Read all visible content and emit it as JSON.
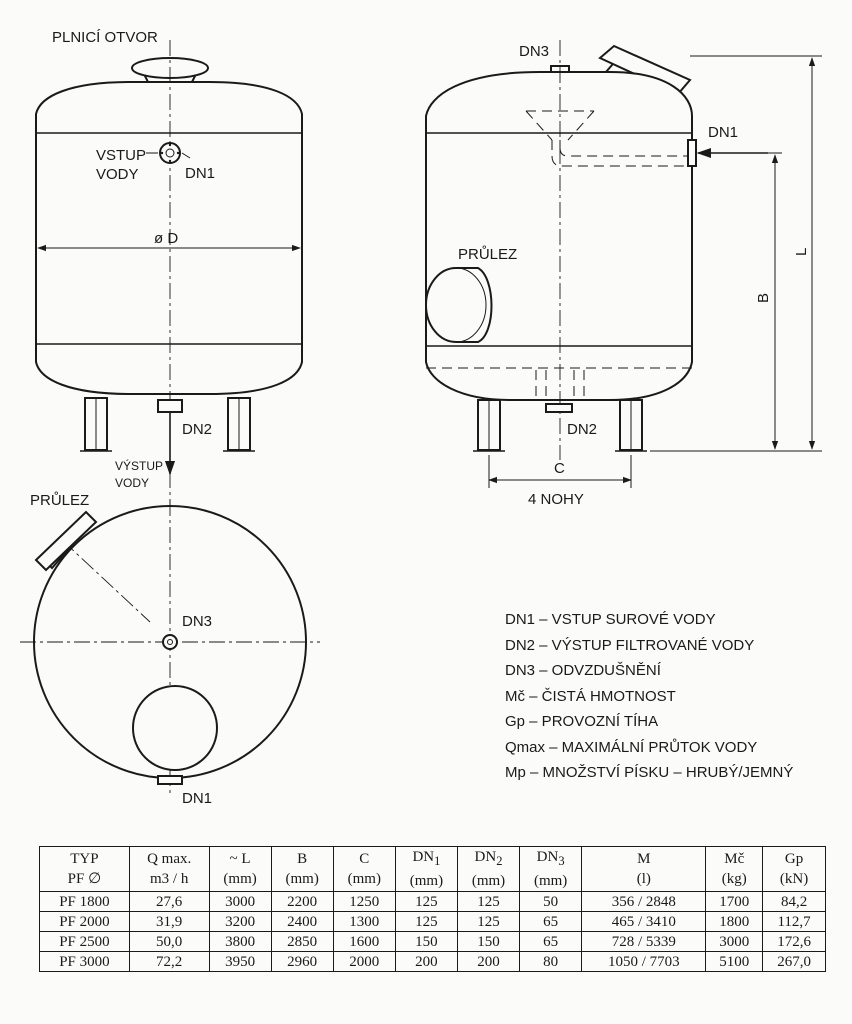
{
  "drawing": {
    "front_view": {
      "fill_opening": "PLNICÍ OTVOR",
      "water_inlet_line1": "VSTUP",
      "water_inlet_line2": "VODY",
      "dn1": "DN1",
      "diameter": "ø D",
      "dn2": "DN2",
      "water_outlet_line1": "VÝSTUP",
      "water_outlet_line2": "VODY"
    },
    "side_view": {
      "dn3": "DN3",
      "dn1": "DN1",
      "manhole": "PRŮLEZ",
      "dn2": "DN2",
      "dim_b": "B",
      "dim_l": "L",
      "dim_c": "C",
      "legs": "4 NOHY"
    },
    "top_view": {
      "manhole": "PRŮLEZ",
      "dn3": "DN3",
      "dn1": "DN1"
    }
  },
  "legend": [
    "DN1 – VSTUP SUROVÉ VODY",
    "DN2 – VÝSTUP FILTROVANÉ VODY",
    "DN3 – ODVZDUŠNĚNÍ",
    "Mč – ČISTÁ HMOTNOST",
    "Gp – PROVOZNÍ TÍHA",
    "Qmax – MAXIMÁLNÍ PRŮTOK VODY",
    "Mp – MNOŽSTVÍ PÍSKU – HRUBÝ/JEMNÝ"
  ],
  "table": {
    "headers": [
      {
        "line1": "TYP",
        "line2": "PF ∅"
      },
      {
        "line1": "Q max.",
        "line2": "m3 / h"
      },
      {
        "line1": "~ L",
        "line2": "(mm)"
      },
      {
        "line1": "B",
        "line2": "(mm)"
      },
      {
        "line1": "C",
        "line2": "(mm)"
      },
      {
        "line1": "DN",
        "sub": "1",
        "line2": "(mm)"
      },
      {
        "line1": "DN",
        "sub": "2",
        "line2": "(mm)"
      },
      {
        "line1": "DN",
        "sub": "3",
        "line2": "(mm)"
      },
      {
        "line1": "M",
        "line2": "(l)"
      },
      {
        "line1": "Mč",
        "line2": "(kg)"
      },
      {
        "line1": "Gp",
        "line2": "(kN)"
      }
    ],
    "rows": [
      [
        "PF 1800",
        "27,6",
        "3000",
        "2200",
        "1250",
        "125",
        "125",
        "50",
        "356 / 2848",
        "1700",
        "84,2"
      ],
      [
        "PF 2000",
        "31,9",
        "3200",
        "2400",
        "1300",
        "125",
        "125",
        "65",
        "465 / 3410",
        "1800",
        "112,7"
      ],
      [
        "PF 2500",
        "50,0",
        "3800",
        "2850",
        "1600",
        "150",
        "150",
        "65",
        "728 / 5339",
        "3000",
        "172,6"
      ],
      [
        "PF 3000",
        "72,2",
        "3950",
        "2960",
        "2000",
        "200",
        "200",
        "80",
        "1050 / 7703",
        "5100",
        "267,0"
      ]
    ]
  }
}
